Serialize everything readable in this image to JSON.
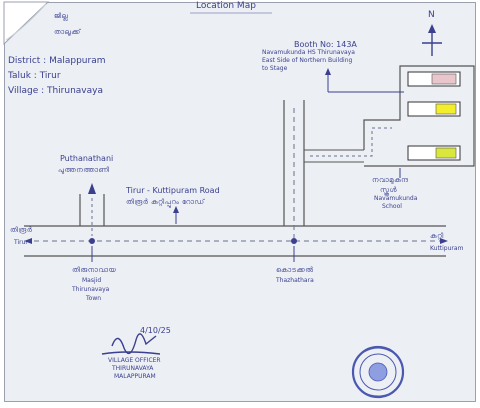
{
  "header": {
    "title": "Location Map",
    "line1": "ജില്ല",
    "line2": "താലൂക്ക്"
  },
  "details": {
    "district": "District : Malappuram",
    "taluk": "Taluk : Tirur",
    "village": "Village : Thirunavaya"
  },
  "north_label": "N",
  "booth": {
    "number": "Booth No: 143A",
    "desc1": "Navamukunda HS Thirunavaya",
    "desc2": "East Side of Northern Building",
    "desc3": "to Stage"
  },
  "school": {
    "ml": "നവാമുകുന്ദ",
    "ml2": "സ്കൂൾ",
    "name1": "Navamukunda",
    "name2": "School"
  },
  "puthanathani": {
    "name": "Puthanathani",
    "ml": "പുത്തനത്താണി"
  },
  "tirur_road": {
    "name": "Tirur - Kuttipuram Road",
    "ml": "തിരൂർ കുറ്റിപ്പുറം റോഡ്"
  },
  "tirur_label": {
    "ml": "തിരൂർ",
    "name": "Tirur"
  },
  "kuttipuram_label": {
    "ml": "കുറ്റി",
    "name": "Kuttipuram"
  },
  "mosque": {
    "ml": "തിരുനാവായ",
    "l2": "Masjid",
    "l3": "Thirunavaya",
    "l4": "Town"
  },
  "bus_stop": {
    "ml": "കൊടക്കൽ",
    "name": "Thazhathara"
  },
  "signature": {
    "date": "4/10/25",
    "line1": "VILLAGE OFFICER",
    "line2": "THIRUNAVAYA",
    "line3": "MALAPPURAM"
  }
}
